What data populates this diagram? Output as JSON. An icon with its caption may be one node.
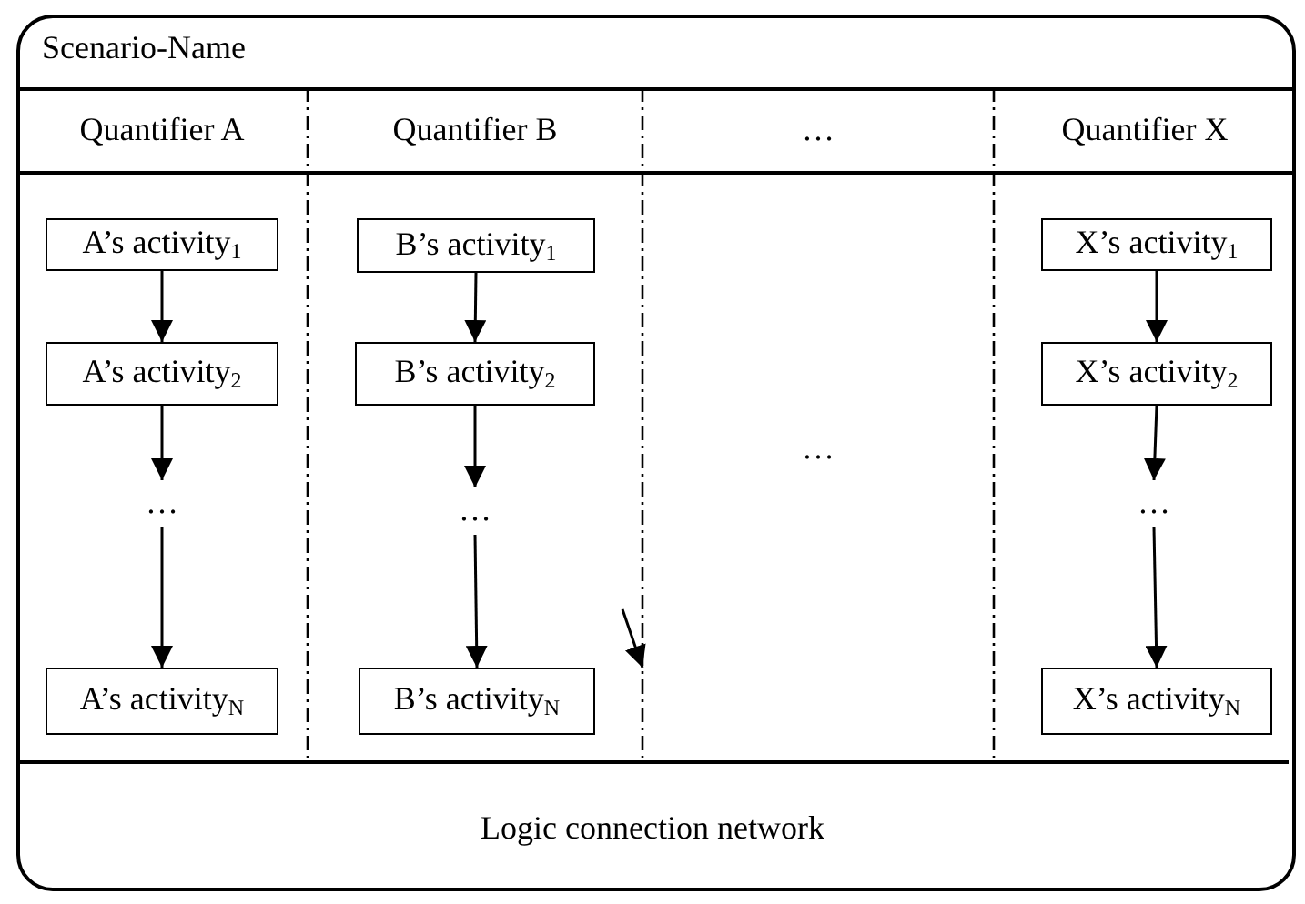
{
  "diagram": {
    "nodes": [
      {
        "text": [
          "Scenario-Name"
        ]
      },
      {
        "text": [
          "Quantifier A"
        ],
        "in": 0
      },
      {
        "text": [
          "A’s activity$_{1}$"
        ],
        "in": 1
      },
      {
        "text": [
          "A’s activity$_{2}$"
        ],
        "in": 1
      },
      {
        "text": [
          "…"
        ],
        "in": 1
      },
      {
        "text": [
          "A’s activity$_{N}$"
        ],
        "in": 1
      },
      {
        "text": [
          "Quantifier B"
        ],
        "in": 0
      },
      {
        "text": [
          "B’s activity$_{1}$"
        ],
        "in": 6
      },
      {
        "text": [
          "B’s activity$_{2}$"
        ],
        "in": 6
      },
      {
        "text": [
          "…"
        ],
        "in": 6
      },
      {
        "text": [
          "B’s activity$_{N}$"
        ],
        "in": 6
      },
      {
        "text": [
          "…",
          "…"
        ],
        "in": 0
      },
      {
        "text": [
          "Quantifier X"
        ],
        "in": 0
      },
      {
        "text": [
          "X’s activity$_{1}$"
        ],
        "in": 12
      },
      {
        "text": [
          "X’s activity$_{2}$"
        ],
        "in": 12
      },
      {
        "text": [
          "…"
        ],
        "in": 12
      },
      {
        "text": [
          "X’s activity$_{N}$"
        ],
        "in": 12
      },
      {
        "text": [
          "Logic connection network"
        ],
        "in": 0
      }
    ],
    "edges": [
      {
        "from": 2,
        "to": 3,
        "arrow": "to"
      },
      {
        "from": 3,
        "to": 4,
        "arrow": "to"
      },
      {
        "from": 4,
        "to": 5,
        "arrow": "to"
      },
      {
        "from": 7,
        "to": 8,
        "arrow": "to"
      },
      {
        "from": 8,
        "to": 9,
        "arrow": "to"
      },
      {
        "from": 9,
        "to": 10,
        "arrow": "to"
      },
      {
        "from": 13,
        "to": 14,
        "arrow": "to"
      },
      {
        "from": 14,
        "to": 15,
        "arrow": "to"
      },
      {
        "from": 15,
        "to": 16,
        "arrow": "to"
      },
      {
        "from": 6,
        "to": 11,
        "arrow": "to"
      }
    ]
  }
}
